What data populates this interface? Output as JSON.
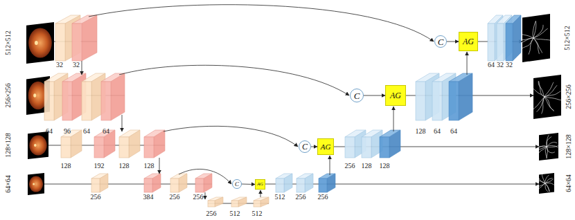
{
  "diagram": {
    "nodes": [
      {
        "text": [
          "C"
        ]
      },
      {
        "text": [
          "AG"
        ]
      },
      {
        "text": [
          "C"
        ]
      },
      {
        "text": [
          "AG"
        ]
      },
      {
        "text": [
          "C"
        ]
      },
      {
        "text": [
          "AG"
        ]
      },
      {
        "text": [
          "C"
        ]
      },
      {
        "text": [
          "AG"
        ]
      }
    ],
    "edges": [
      {
        "from": 0,
        "to": 1,
        "arrow": "to"
      },
      {
        "from": 2,
        "to": 3,
        "arrow": "to"
      },
      {
        "from": 4,
        "to": 5,
        "arrow": "to"
      },
      {
        "from": 6,
        "to": 7,
        "arrow": "to"
      }
    ],
    "labels": [
      "512×512",
      "32",
      "32",
      "64",
      "32",
      "32",
      "512×512",
      "256×256",
      "64",
      "96",
      "64",
      "64",
      "128",
      "64",
      "64",
      "256×256",
      "128×128",
      "128",
      "192",
      "128",
      "128",
      "256",
      "128",
      "128",
      "128×128",
      "64×64",
      "256",
      "384",
      "256",
      "256",
      "256",
      "512",
      "512",
      "512",
      "256",
      "256",
      "64×64"
    ]
  }
}
